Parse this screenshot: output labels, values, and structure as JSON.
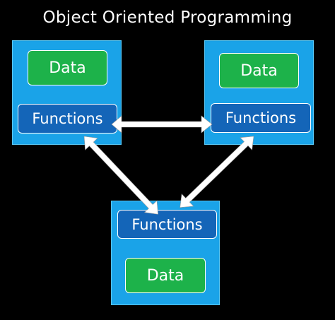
{
  "title": "Object Oriented Programming",
  "colors": {
    "background": "#000000",
    "object_fill": "#1aa3e8",
    "data_fill": "#1db24a",
    "functions_fill": "#1465b8",
    "arrow": "#ffffff"
  },
  "objects": {
    "left": {
      "data_label": "Data",
      "functions_label": "Functions"
    },
    "right": {
      "data_label": "Data",
      "functions_label": "Functions"
    },
    "bottom": {
      "data_label": "Data",
      "functions_label": "Functions"
    }
  }
}
